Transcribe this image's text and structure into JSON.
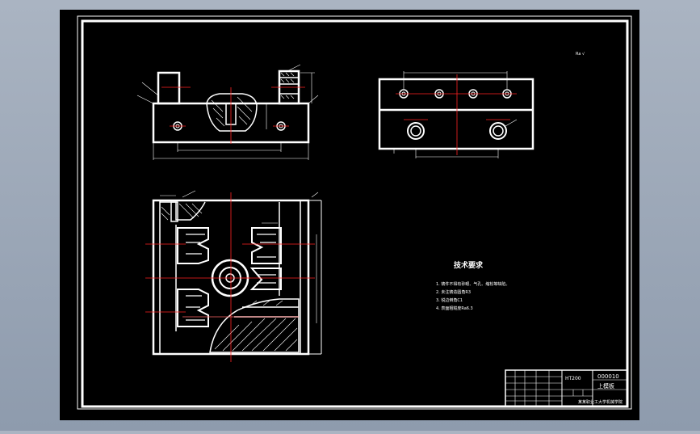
{
  "drawing": {
    "background": "#000000",
    "line_color": "#ffffff",
    "center_line_color": "#ff2222",
    "page_color": "#9aa6b6"
  },
  "tech_requirements": {
    "title": "技术要求",
    "items": [
      "1. 铸件不得有砂眼、气孔、缩松等缺陷。",
      "2. 未注铸造圆角R3",
      "3. 锐边倒角C1",
      "4. 表面粗糙度Ra6.3"
    ]
  },
  "title_block": {
    "material": "HT200",
    "drawing_number": "000010",
    "part_name": "上模板",
    "school": "某某职业工大学机械学院"
  },
  "roughness_mark": "Ra √"
}
